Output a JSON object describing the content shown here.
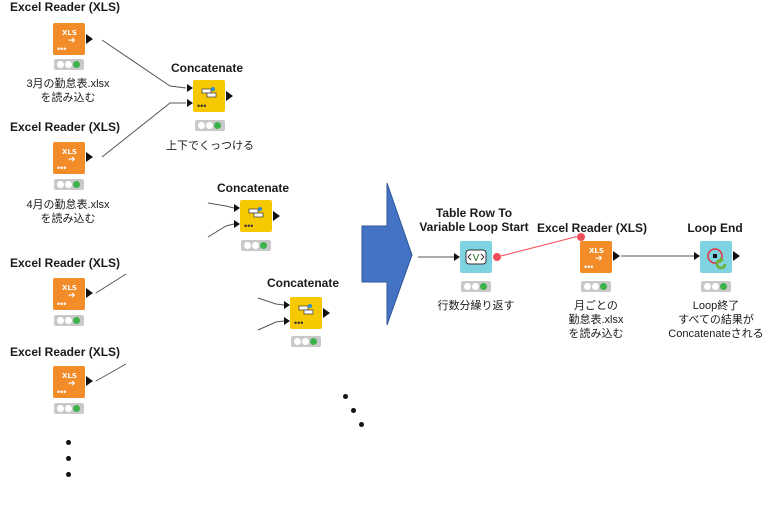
{
  "nodes": {
    "excel1": {
      "title": "Excel Reader (XLS)",
      "label": "3月の勤怠表.xlsx\nを読み込む",
      "icon": "XLS"
    },
    "excel2": {
      "title": "Excel Reader (XLS)",
      "label": "4月の勤怠表.xlsx\nを読み込む",
      "icon": "XLS"
    },
    "excel3": {
      "title": "Excel Reader (XLS)",
      "icon": "XLS"
    },
    "excel4": {
      "title": "Excel Reader (XLS)",
      "icon": "XLS"
    },
    "concat1": {
      "title": "Concatenate",
      "label": "上下でくっつける"
    },
    "concat2": {
      "title": "Concatenate"
    },
    "concat3": {
      "title": "Concatenate"
    },
    "loop_start": {
      "title": "Table Row To\nVariable Loop Start",
      "label": "行数分繰り返す"
    },
    "excel5": {
      "title": "Excel Reader (XLS)",
      "label": "月ごとの\n勤怠表.xlsx\nを読み込む",
      "icon": "XLS"
    },
    "loop_end": {
      "title": "Loop End",
      "label": "Loop終了\nすべての結果が\nConcatenateされる"
    }
  },
  "colors": {
    "excel_node": "#f28c28",
    "concatenate_node": "#f5c800",
    "loop_node": "#7fd3e0",
    "big_arrow": "#4472c4",
    "variable_connection": "#ef4d58",
    "status_ok": "#3cb44b"
  },
  "icons": [
    "xls-reader-icon",
    "concatenate-icon",
    "loop-start-icon",
    "loop-end-icon",
    "status-lights-icon",
    "transform-arrow-icon",
    "ellipsis-icon"
  ]
}
